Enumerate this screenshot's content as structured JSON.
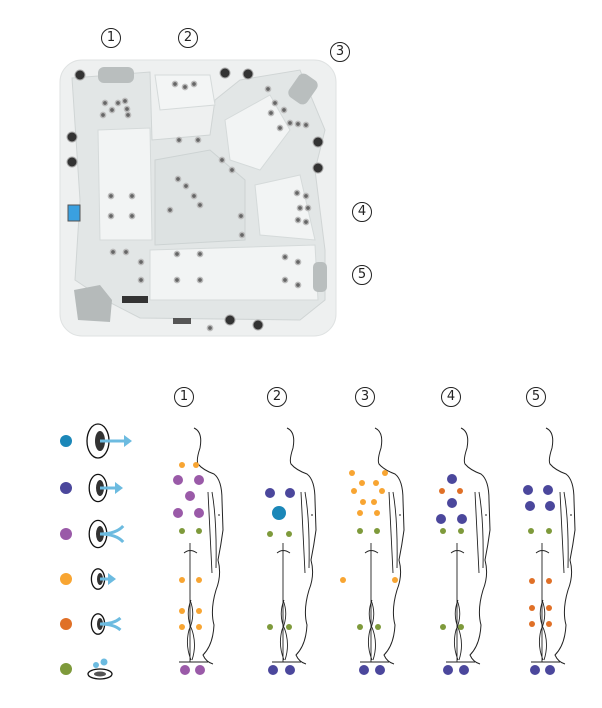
{
  "tub_labels": [
    "1",
    "2",
    "3",
    "4",
    "5"
  ],
  "figure_labels": [
    "1",
    "2",
    "3",
    "4",
    "5"
  ],
  "jet_types": [
    {
      "key": "large-directional",
      "color": "#1b87b8"
    },
    {
      "key": "medium-directional",
      "color": "#4b479c"
    },
    {
      "key": "medium-rotating",
      "color": "#9a5aa8"
    },
    {
      "key": "small-directional",
      "color": "#f8a532"
    },
    {
      "key": "small-rotating",
      "color": "#e07027"
    },
    {
      "key": "air-bubble",
      "color": "#7e9a3b"
    }
  ],
  "seats": [
    {
      "label": "1",
      "jets": {
        "small-directional": 8,
        "medium-rotating": 7,
        "air-bubble": 2
      }
    },
    {
      "label": "2",
      "jets": {
        "medium-directional": 4,
        "large-directional": 1,
        "air-bubble": 4
      }
    },
    {
      "label": "3",
      "jets": {
        "small-directional": 12,
        "air-bubble": 4,
        "medium-directional": 2
      }
    },
    {
      "label": "4",
      "jets": {
        "medium-directional": 6,
        "small-rotating": 2,
        "air-bubble": 4
      }
    },
    {
      "label": "5",
      "jets": {
        "medium-directional": 6,
        "air-bubble": 2,
        "small-rotating": 6
      }
    }
  ]
}
